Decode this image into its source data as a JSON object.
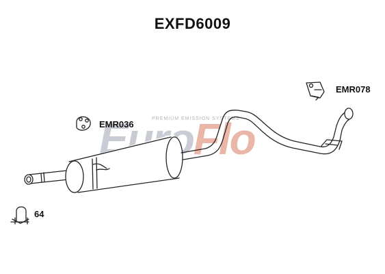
{
  "title": "EXFD6009",
  "parts": {
    "hanger_1": "EMR078",
    "hanger_2": "EMR036",
    "clamp": "64"
  },
  "watermark": {
    "brand_a": "Euro",
    "brand_b": "Flo",
    "tagline": "PREMIUM EMISSION SYSTEMS"
  },
  "colors": {
    "watermark_grey": "#c9ccd4",
    "watermark_red": "#e9b6a8",
    "line": "#222222"
  }
}
